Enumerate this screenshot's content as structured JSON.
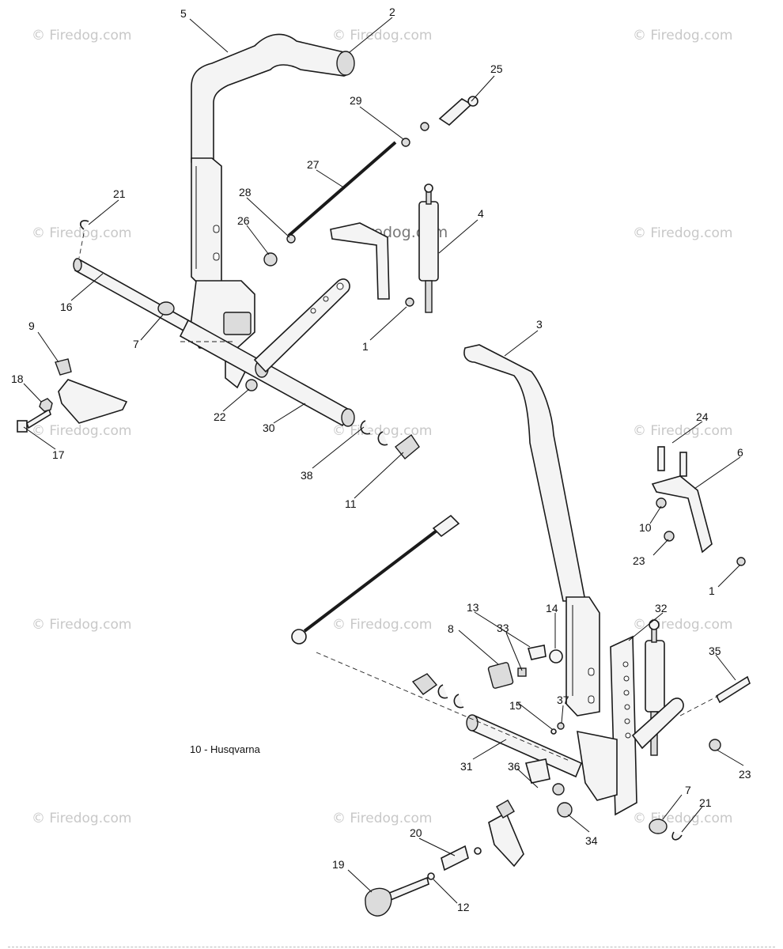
{
  "diagram": {
    "caption": "10 - Husqvarna",
    "watermark": "© Firedog.com",
    "part_numbers": [
      "1",
      "2",
      "3",
      "4",
      "5",
      "6",
      "7",
      "8",
      "9",
      "10",
      "11",
      "12",
      "13",
      "14",
      "15",
      "16",
      "17",
      "18",
      "19",
      "20",
      "21",
      "22",
      "23",
      "24",
      "25",
      "26",
      "27",
      "28",
      "29",
      "30",
      "31",
      "32",
      "33",
      "34",
      "35",
      "36",
      "37",
      "38"
    ]
  }
}
